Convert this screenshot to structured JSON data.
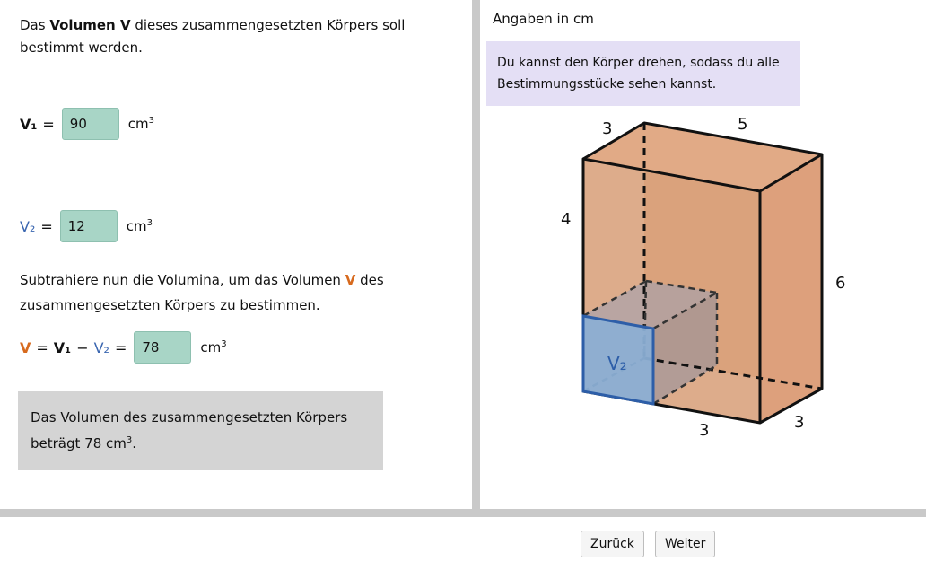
{
  "left": {
    "intro_pre": "Das ",
    "intro_bold": "Volumen V",
    "intro_post": " dieses zusammengesetzten Körpers soll bestimmt werden.",
    "v1": {
      "label": "V₁",
      "equals": "=",
      "value": "90",
      "unit": "cm",
      "unit_exp": "3"
    },
    "v2": {
      "label": "V₂",
      "equals": "=",
      "value": "12",
      "unit": "cm",
      "unit_exp": "3"
    },
    "instruction_pre": "Subtrahiere nun die Volumina, um das Volumen ",
    "instruction_v": "V",
    "instruction_post": " des zusammengesetzten Körpers zu bestimmen.",
    "formula": {
      "v": "V",
      "eq": "=",
      "v1": "V₁",
      "minus": "−",
      "v2": "V₂",
      "eq2": "=",
      "value": "78",
      "unit": "cm",
      "unit_exp": "3"
    },
    "result_text": "Das Volumen des zusammengesetzten Körpers beträgt 78 cm",
    "result_exp": "3",
    "result_end": "."
  },
  "right": {
    "angaben": "Angaben in cm",
    "hint": "Du kannst den Körper drehen, sodass du alle Bestimmungsstücke sehen kannst.",
    "dim_top_left": "3",
    "dim_top_right": "5",
    "dim_left": "4",
    "dim_right": "6",
    "dim_bottom_mid": "3",
    "dim_bottom_right": "3",
    "cube_label": "V₂"
  },
  "nav": {
    "back": "Zurück",
    "next": "Weiter"
  },
  "colors": {
    "orange": "#d76a1e",
    "blue": "#3a66b0",
    "input_bg": "#a8d5c6",
    "hint_bg": "#e4dff5",
    "result_bg": "#d4d4d4"
  }
}
